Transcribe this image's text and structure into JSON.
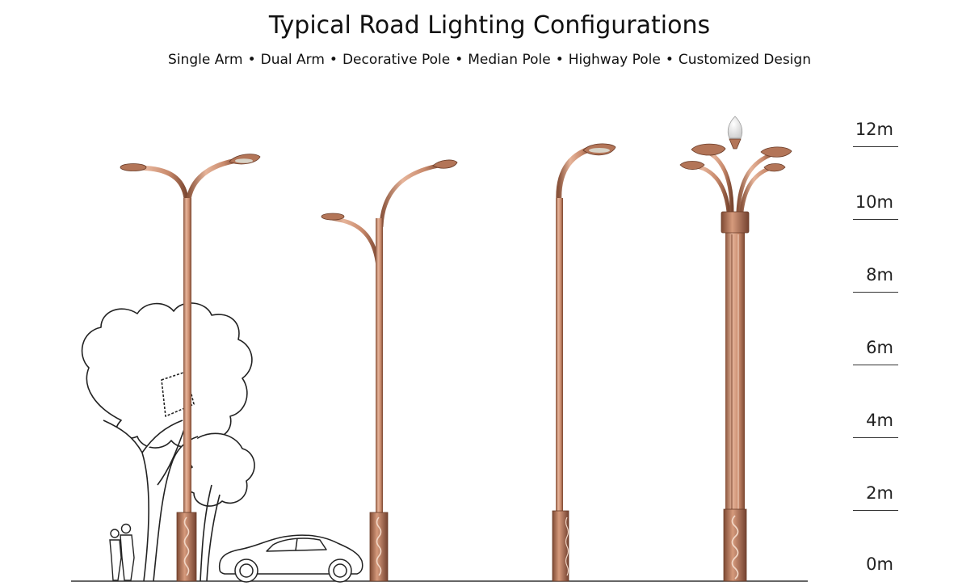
{
  "title": "Typical Road Lighting Configurations",
  "subtitle_items": [
    "Single Arm",
    "Dual Arm",
    "Decorative Pole",
    "Median Pole",
    "Highway Pole",
    "Customized Design"
  ],
  "subtitle_separator": "•",
  "scale": {
    "unit": "m",
    "ticks": [
      "12m",
      "10m",
      "8m",
      "6m",
      "4m",
      "2m",
      "0m"
    ],
    "values": [
      12,
      10,
      8,
      6,
      4,
      2,
      0
    ]
  },
  "colors": {
    "pole": "#c98a6c",
    "pole_dark": "#8a543c",
    "pole_light": "#e6b49a",
    "lamp_lens": "#d9d4c8",
    "line_art": "#222222"
  },
  "poles": [
    {
      "id": "pole-dual-arm-large",
      "top_m": 11.5
    },
    {
      "id": "pole-dual-arm-asymmetric",
      "top_m": 10.9
    },
    {
      "id": "pole-single-arm",
      "top_m": 11.7
    },
    {
      "id": "pole-decorative-multi-head",
      "top_m": 12.6
    }
  ]
}
